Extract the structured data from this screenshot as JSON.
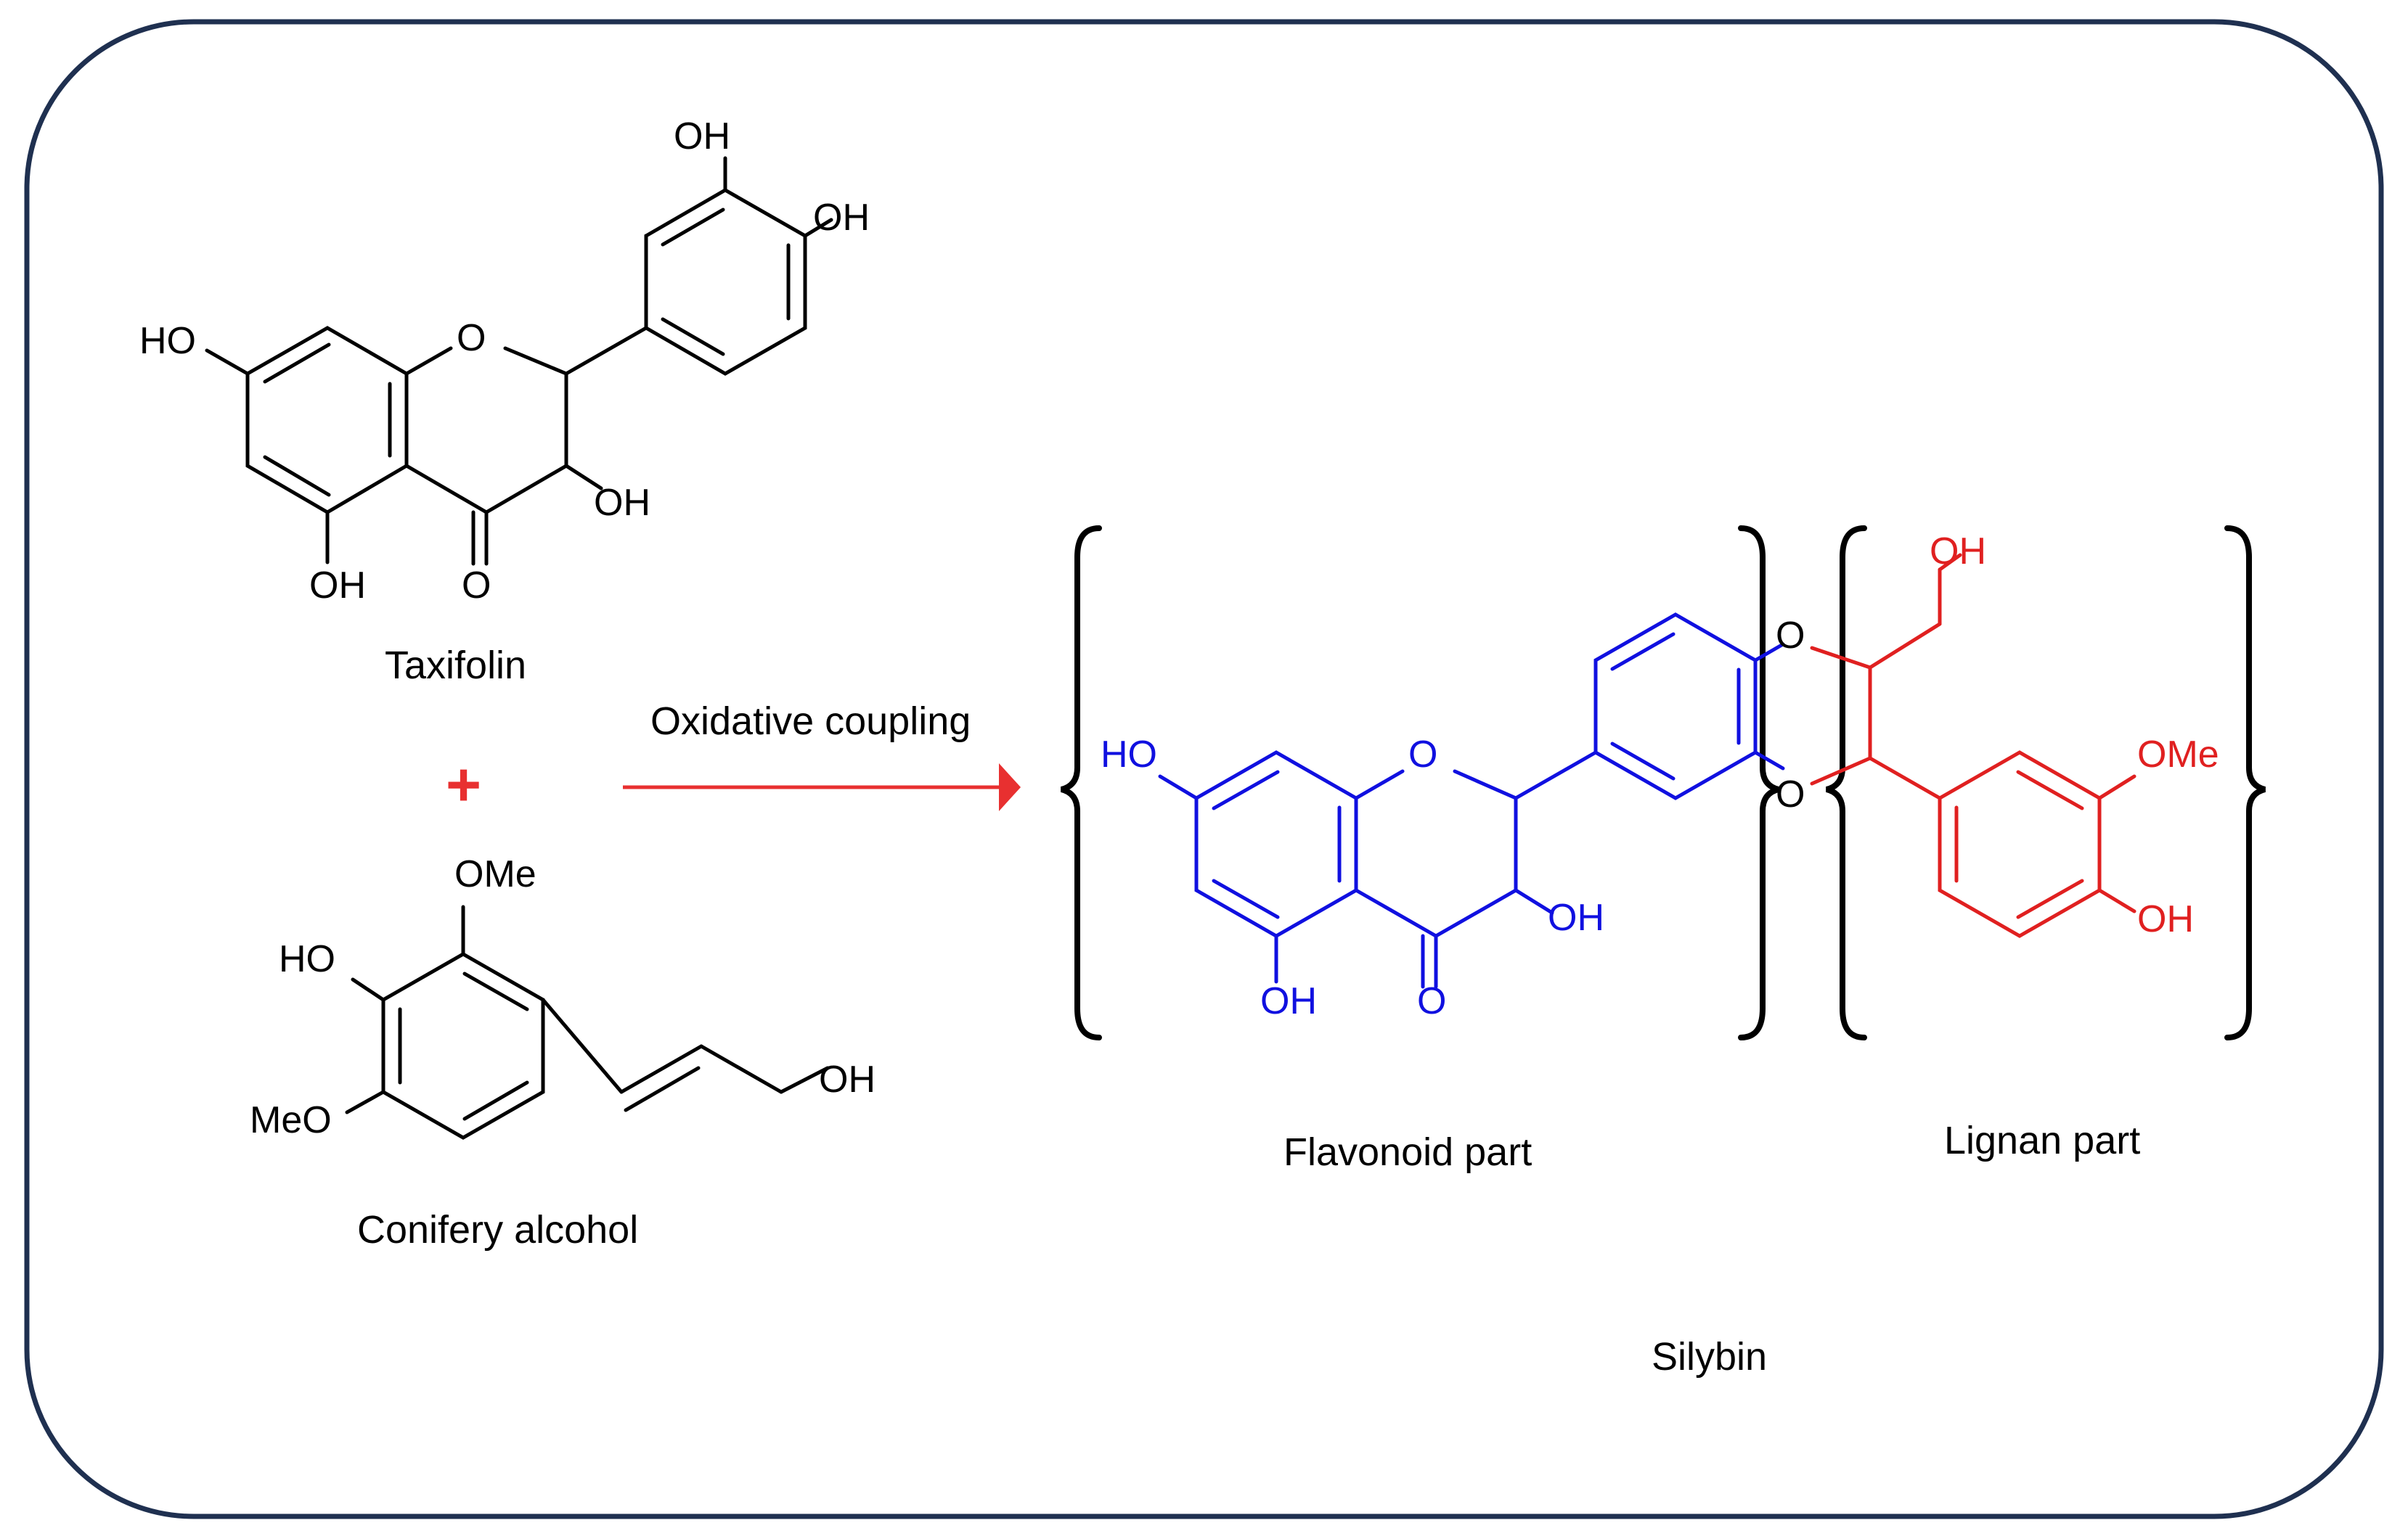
{
  "reactant_1": {
    "name": "Taxifolin",
    "atoms": {
      "oh_3p": "OH",
      "oh_4p": "OH",
      "oh_7": "HO",
      "ring_o": "O",
      "oh_3": "OH",
      "oh_5": "OH",
      "keto_o": "O"
    }
  },
  "plus_sign": "+",
  "reactant_2": {
    "name": "Conifery alcohol",
    "atoms": {
      "ome_top": "OMe",
      "oh_ring": "HO",
      "ome_bottom": "MeO",
      "oh_chain": "OH"
    }
  },
  "reaction": {
    "arrow_label": "Oxidative coupling"
  },
  "product": {
    "name": "Silybin",
    "flavonoid": {
      "caption": "Flavonoid part",
      "atoms": {
        "oh_7": "HO",
        "ring_o": "O",
        "oh_3": "OH",
        "oh_5": "OH",
        "keto_o": "O"
      }
    },
    "bridge": {
      "o_top": "O",
      "o_bottom": "O"
    },
    "lignan": {
      "caption": "Lignan part",
      "atoms": {
        "oh_ch2": "OH",
        "ome": "OMe",
        "oh_ring": "OH"
      }
    }
  },
  "colors": {
    "frame": "#1f3050",
    "black": "#000000",
    "flavonoid": "#1010e0",
    "lignan": "#e02020",
    "arrow": "#e83030"
  }
}
